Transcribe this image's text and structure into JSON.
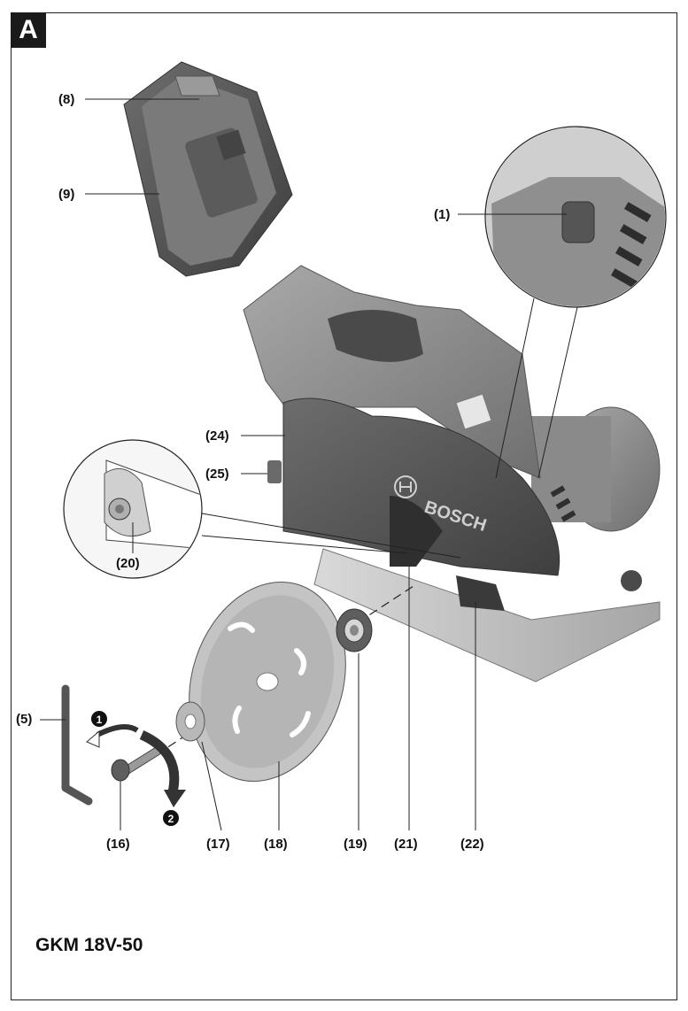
{
  "figure": {
    "letter": "A",
    "model": "GKM 18V-50",
    "brand_text": "BOSCH",
    "step_markers": [
      "1",
      "2"
    ]
  },
  "labels": {
    "l8": "(8)",
    "l9": "(9)",
    "l1": "(1)",
    "l24": "(24)",
    "l25": "(25)",
    "l20": "(20)",
    "l5": "(5)",
    "l16": "(16)",
    "l17": "(17)",
    "l18": "(18)",
    "l19": "(19)",
    "l21": "(21)",
    "l22": "(22)"
  },
  "colors": {
    "body_gray": "#8e8e8e",
    "dark_gray": "#5a5a5a",
    "light_gray": "#c8c8c8",
    "line": "#222222"
  }
}
